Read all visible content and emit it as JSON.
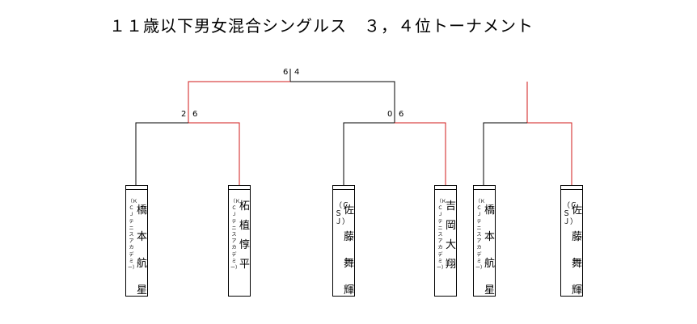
{
  "title": "１１歳以下男女混合シングルス　３，４位トーナメント",
  "scores": {
    "final_left": "6",
    "final_right": "4",
    "semi1_left": "2",
    "semi1_right": "6",
    "semi2_left": "0",
    "semi2_right": "6"
  },
  "players": [
    {
      "name": "橋本航星",
      "club": "（ＫＣＪテニスアカデミー）"
    },
    {
      "name": "柘植惇平",
      "club": "（ＫＣＪテニスアカデミー）"
    },
    {
      "name": "佐藤舞輝",
      "club": "（ＣＳＪ）"
    },
    {
      "name": "吉岡大翔",
      "club": "（ＫＣＪテニスアカデミー）"
    },
    {
      "name": "橋本航星",
      "club": "（ＫＣＪテニスアカデミー）"
    },
    {
      "name": "佐藤舞輝",
      "club": "（ＣＳＪ）"
    }
  ],
  "colors": {
    "winner_line": "#d11a1a",
    "line": "#000000"
  }
}
